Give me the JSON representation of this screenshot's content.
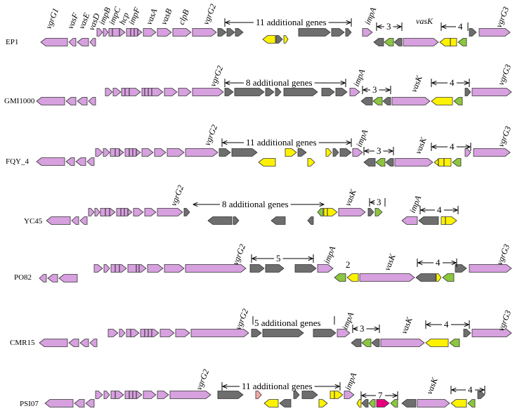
{
  "colors": {
    "pink": "#d7a0df",
    "gray": "#6e6e6e",
    "yellow": "#fff200",
    "green": "#8cc63f",
    "lightpink": "#f4a7a7",
    "magenta": "#e6007e",
    "outline": "#333333"
  },
  "strains": [
    {
      "name": "EP1",
      "genes": [
        "vgrG1",
        "vasF",
        "vasE",
        "vasD",
        "impB",
        "impC",
        "hcp",
        "impF",
        "vasA",
        "vasB",
        "clpB",
        "vgrG2",
        "impA",
        "vasK",
        "vgrG3"
      ],
      "regions": [
        "11 additional genes",
        "3",
        "4"
      ]
    },
    {
      "name": "GMI1000",
      "genes": [
        "vgrG2",
        "impA",
        "vasK",
        "vgrG3"
      ],
      "regions": [
        "8 additional  genes",
        "3",
        "4"
      ]
    },
    {
      "name": "FQY_4",
      "genes": [
        "vgrG2",
        "impA",
        "vasK",
        "vgrG3"
      ],
      "regions": [
        "11 additional genes",
        "3",
        "4"
      ]
    },
    {
      "name": "YC45",
      "genes": [
        "vgrG2",
        "vasK",
        "impA"
      ],
      "regions": [
        "8 additional  genes",
        "3",
        "4"
      ]
    },
    {
      "name": "PO82",
      "genes": [
        "vgrG2",
        "impA",
        "vasK",
        "vgrG3"
      ],
      "regions": [
        "5",
        "2",
        "4"
      ]
    },
    {
      "name": "CMR15",
      "genes": [
        "vgrG2",
        "impA",
        "vasK",
        "vgrG3"
      ],
      "regions": [
        "5 additional  genes",
        "3",
        "4"
      ]
    },
    {
      "name": "PSI07",
      "genes": [
        "vgrG2",
        "impA",
        "vasK"
      ],
      "regions": [
        "11 additional  genes",
        "7",
        "4"
      ]
    }
  ]
}
